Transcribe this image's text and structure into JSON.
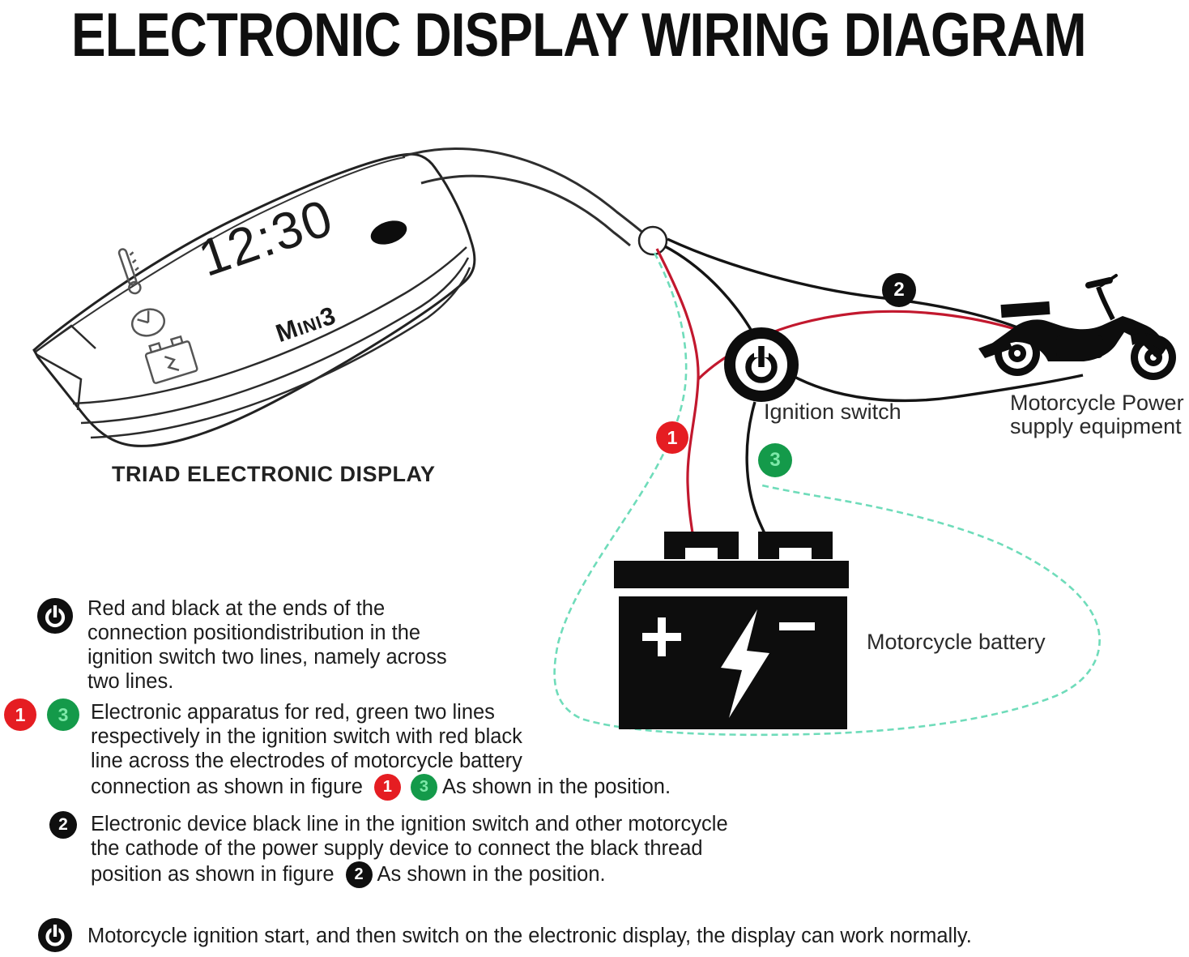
{
  "title": "ELECTRONIC DISPLAY WIRING DIAGRAM",
  "device": {
    "time": "12:30",
    "brand": "Mini3",
    "caption": "TRIAD ELECTRONIC DISPLAY"
  },
  "labels": {
    "ignition_switch": "Ignition switch",
    "motorcycle_power_line1": "Motorcycle Power",
    "motorcycle_power_line2": "supply equipment",
    "motorcycle_battery": "Motorcycle battery",
    "battery_plus": "+",
    "battery_minus": "-"
  },
  "badges": {
    "one": "1",
    "two": "2",
    "three": "3"
  },
  "colors": {
    "wire_red": "#c2182e",
    "wire_green": "#6fdcba",
    "wire_black": "#141414",
    "badge_red": "#e51d22",
    "badge_green": "#149a4a",
    "badge_black": "#0f0f0f"
  },
  "notes": {
    "n1": {
      "lines": [
        "Red and black at the ends of the",
        "connection positiondistribution in the",
        "ignition switch two lines, namely across",
        "two lines."
      ]
    },
    "n2": {
      "line1": "Electronic apparatus for red, green two lines",
      "line2": "respectively in the ignition switch with red black",
      "line3": "line across the electrodes of motorcycle battery",
      "line4_prefix": "connection as shown in figure",
      "line4_suffix": "As shown in the position."
    },
    "n3": {
      "line1": "Electronic device black line in the ignition switch and other motorcycle",
      "line2": "the cathode of the power supply device to connect the black thread",
      "line3_prefix": "position as shown in figure",
      "line3_suffix": "As shown in the position."
    },
    "n4": {
      "text": "Motorcycle ignition start, and then switch on the electronic display, the display can work normally."
    }
  }
}
